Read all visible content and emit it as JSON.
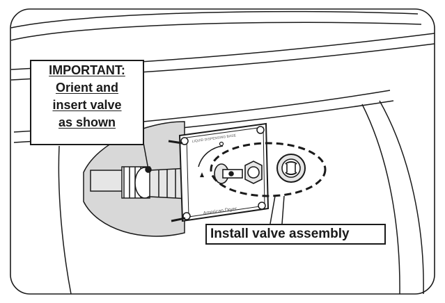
{
  "callouts": {
    "important": {
      "line1": "IMPORTANT:",
      "line2": "Orient and",
      "line3": "insert valve",
      "line4": "as shown"
    },
    "install": {
      "text": "Install valve assembly"
    }
  },
  "panel_text": {
    "top_label": "LIQUID DISPENSING BASE",
    "bottom_label": "American Dryer"
  },
  "colors": {
    "ink": "#1a1a1a",
    "light_ink": "#555555",
    "fill_gray": "#e6e6e6",
    "background": "#ffffff"
  }
}
